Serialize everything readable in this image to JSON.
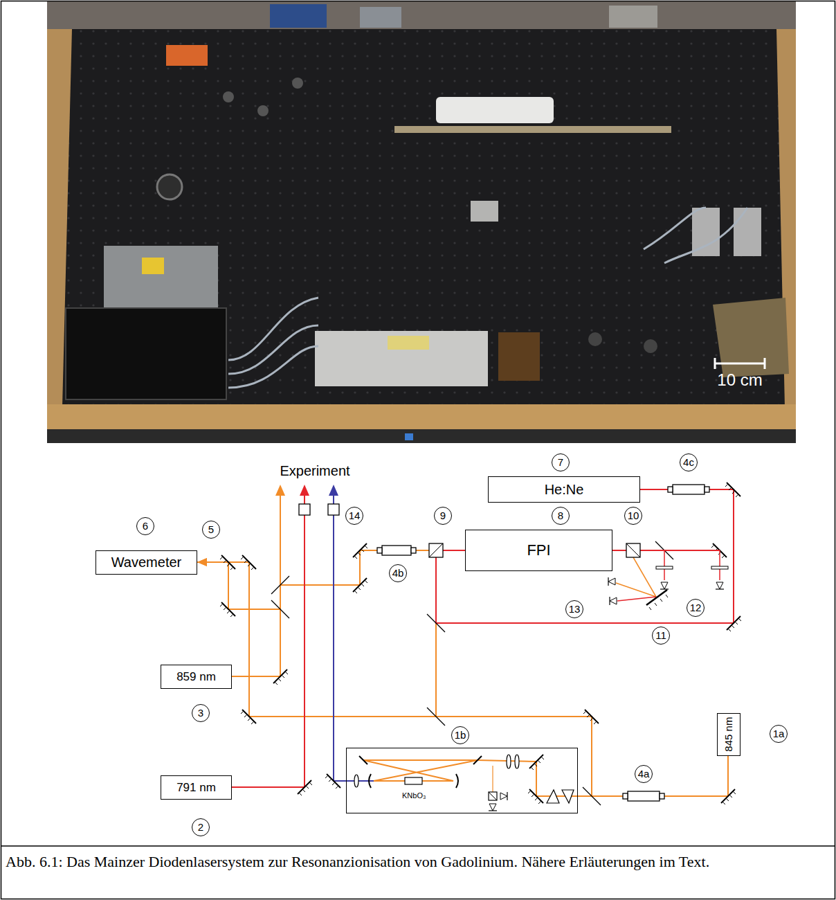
{
  "diagram": {
    "caption": "Abb. 6.1: Das Mainzer Diodenlasersystem zur Resonanzionisation von Gadolinium. Nähere Erläuterungen im Text.",
    "nodes": [
      {
        "text": [
          "He:Ne"
        ]
      },
      {
        "text": [
          "FPI"
        ]
      },
      {
        "text": [
          "Wavemeter"
        ]
      },
      {
        "text": [
          "859 nm"
        ]
      },
      {
        "text": [
          "791 nm"
        ]
      },
      {
        "text": [
          "845 nm"
        ]
      },
      {
        "text": [
          "KNbO₃"
        ]
      }
    ],
    "edges": [
      {
        "from": 5,
        "to": 6,
        "arrow": "none"
      },
      {
        "from": 5,
        "to": 1,
        "arrow": "none"
      },
      {
        "from": 5,
        "to": 2,
        "arrow": "to"
      },
      {
        "from": 3,
        "to": 2,
        "arrow": "to"
      },
      {
        "from": 3,
        "to": 1,
        "arrow": "none"
      },
      {
        "from": 0,
        "to": 1,
        "arrow": "none"
      }
    ],
    "labels": [
      "10 cm",
      "Experiment",
      "1a",
      "1b",
      "2",
      "3",
      "4a",
      "4b",
      "4c",
      "5",
      "6",
      "7",
      "8",
      "9",
      "10",
      "11",
      "12",
      "13",
      "14"
    ]
  }
}
